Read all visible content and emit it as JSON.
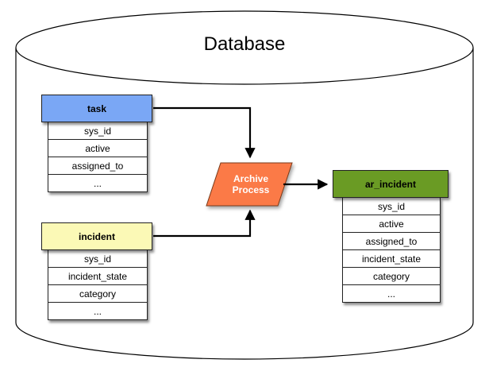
{
  "database": {
    "title": "Database"
  },
  "tables": {
    "task": {
      "name": "task",
      "header_color": "#7aa7f5",
      "fields": [
        "sys_id",
        "active",
        "assigned_to",
        "..."
      ]
    },
    "incident": {
      "name": "incident",
      "header_color": "#fbf9b6",
      "fields": [
        "sys_id",
        "incident_state",
        "category",
        "..."
      ]
    },
    "ar_incident": {
      "name": "ar_incident",
      "header_color": "#6a9b24",
      "fields": [
        "sys_id",
        "active",
        "assigned_to",
        "incident_state",
        "category",
        "..."
      ]
    }
  },
  "process": {
    "label_line1": "Archive",
    "label_line2": "Process",
    "color": "#fb7a46"
  }
}
